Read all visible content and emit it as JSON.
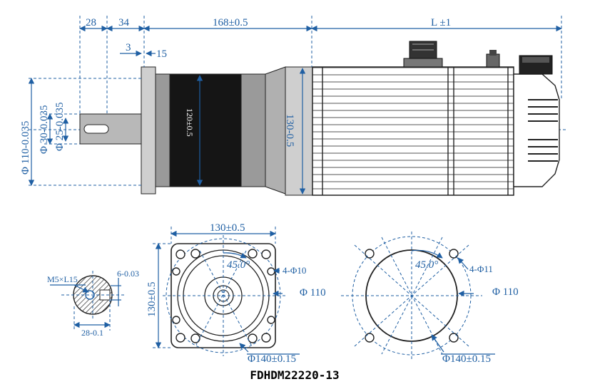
{
  "title": "FDHDM22220-13",
  "dims": {
    "d28": "28",
    "d34": "34",
    "d168": "168±0.5",
    "dL": "L ±1",
    "d3": "3",
    "d15": "15",
    "phi110": "Φ 110-0.035",
    "phi30": "Φ 30-0.035",
    "phi25": "Φ 25-0.035",
    "d120": "120±0.5",
    "d130v": "130-0.5",
    "fl130h": "130±0.5",
    "fl130v": "130±0.5",
    "fl45": "45.0°",
    "fl4phi": "4-Φ10",
    "flphi110": "Φ 110",
    "flphi140": "Φ140±0.15",
    "m5": "M5×L15",
    "key6": "6-0.03",
    "key28": "28-0.1",
    "c45": "45.0°",
    "c4phi": "4-Φ11",
    "cphi110": "Φ 110",
    "cphi140": "Φ140±0.15"
  }
}
